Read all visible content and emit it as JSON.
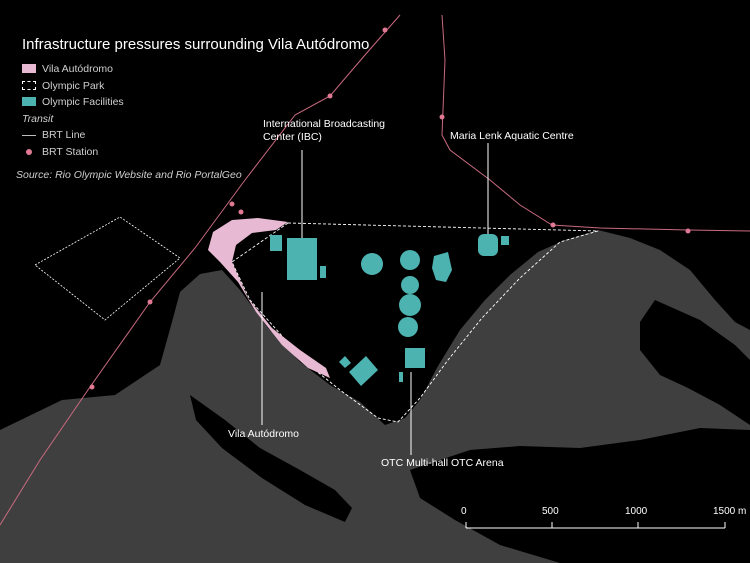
{
  "title": "Infrastructure pressures surrounding Vila Autódromo",
  "legend": {
    "vila": "Vila Autódromo",
    "park": "Olympic Park",
    "facilities": "Olympic Facilities",
    "transit_heading": "Transit",
    "brt_line": "BRT Line",
    "brt_station": "BRT Station"
  },
  "source": "Source: Rio Olympic Website and Rio PortalGeo",
  "labels": {
    "ibc_line1": "International Broadcasting",
    "ibc_line2": "Center (IBC)",
    "maria_lenk": "Maria Lenk Aquatic Centre",
    "vila": "Vila Autódromo",
    "otc": "OTC Multi-hall OTC Arena"
  },
  "scale": {
    "ticks": [
      "0",
      "500",
      "1000",
      "1500 m"
    ]
  },
  "colors": {
    "background": "#000000",
    "land": "#3f3f3f",
    "vila": "#e8b9d3",
    "facilities": "#4cb3b0",
    "brt_line": "#c96a80",
    "brt_station": "#e07a94",
    "park_outline": "#ffffff"
  }
}
